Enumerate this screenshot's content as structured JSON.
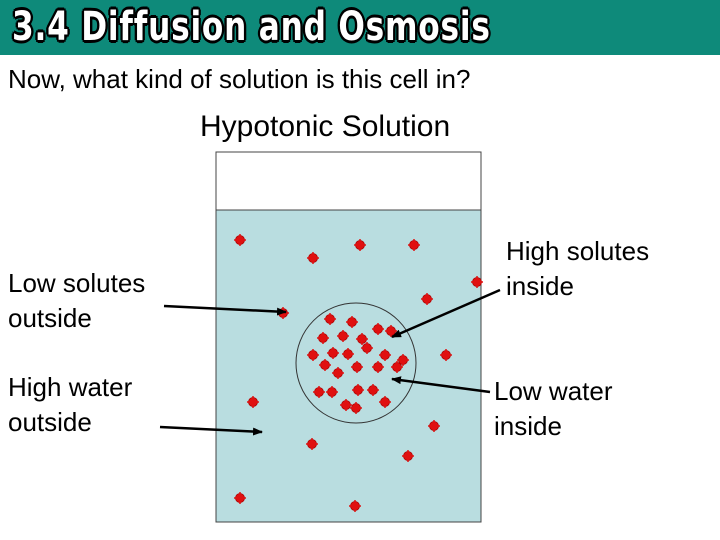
{
  "slide": {
    "title": "3.4 Diffusion and Osmosis",
    "question": "Now, what kind of solution is this cell in?",
    "diagram_title": "Hypotonic Solution"
  },
  "labels": {
    "low_solutes_outside": [
      "Low solutes",
      "outside"
    ],
    "high_water_outside": [
      "High water",
      "outside"
    ],
    "high_solutes_inside": [
      "High solutes",
      "inside"
    ],
    "low_water_inside": [
      "Low water",
      "inside"
    ]
  },
  "colors": {
    "header": "#0e8a7a",
    "water": "#b9dde0",
    "solute": "#e01010"
  }
}
